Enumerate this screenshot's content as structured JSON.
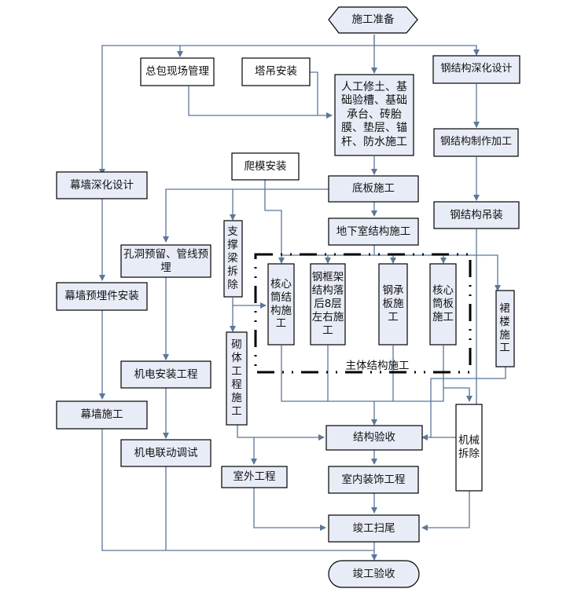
{
  "diagram": {
    "start": "施工准备",
    "end": "竣工验收",
    "nodes": {
      "general_mgmt": "总包现场管理",
      "tower_crane": "塔吊安装",
      "earthwork": "人工修土、基础验槽、基础承台、砖胎膜、垫层、锚杆、防水施工",
      "steel_design": "钢结构深化设计",
      "steel_fab": "钢结构制作加工",
      "climbing_form": "爬模安装",
      "curtain_design": "幕墙深化设计",
      "base_slab": "底板施工",
      "steel_hoist": "钢结构吊装",
      "basement": "地下室结构施工",
      "support_removal": "支撑梁拆除",
      "holes_pipes": "孔洞预留、管线预埋",
      "core_tube": "核心筒结构施工",
      "steel_frame": "钢框架结构落后8层左右施工",
      "steel_deck": "钢承板施工",
      "core_slab": "核心筒板施工",
      "podium": "裙楼施工",
      "curtain_embed": "幕墙预埋件安装",
      "masonry": "砌体工程施工",
      "mep_install": "机电安装工程",
      "main_structure_group": "主体结构施工",
      "curtain_wall": "幕墙施工",
      "mech_removal": "机械拆除",
      "struct_accept": "结构验收",
      "mep_commission": "机电联动调试",
      "exterior": "室外工程",
      "interior": "室内装饰工程",
      "completion": "竣工扫尾"
    }
  }
}
